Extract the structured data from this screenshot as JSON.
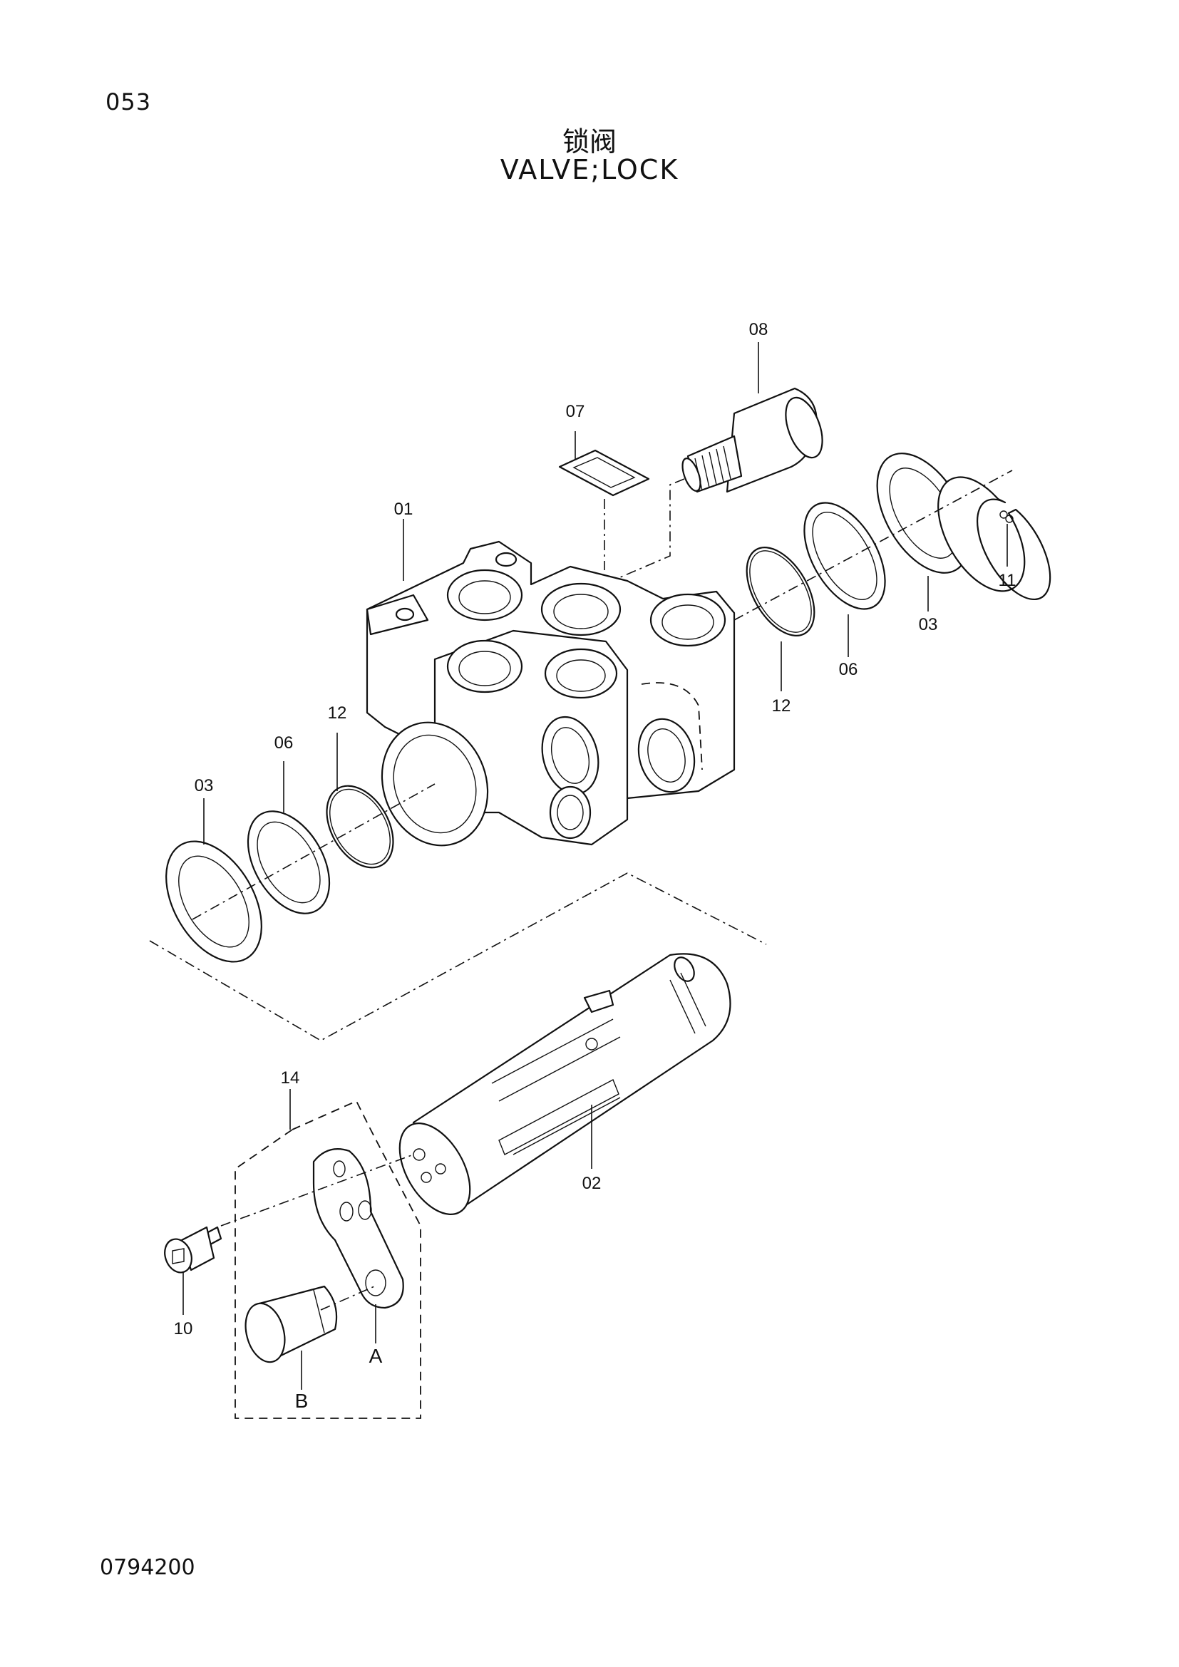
{
  "page_number": "053",
  "title_cn": "锁阀",
  "title_en": "VALVE;LOCK",
  "document_code": "0794200",
  "callouts": {
    "p01": "01",
    "p02": "02",
    "p03_left": "03",
    "p03_right": "03",
    "p06_left": "06",
    "p06_right": "06",
    "p07": "07",
    "p08": "08",
    "p10": "10",
    "p11": "11",
    "p12_left": "12",
    "p12_right": "12",
    "p14": "14",
    "pA": "A",
    "pB": "B"
  }
}
